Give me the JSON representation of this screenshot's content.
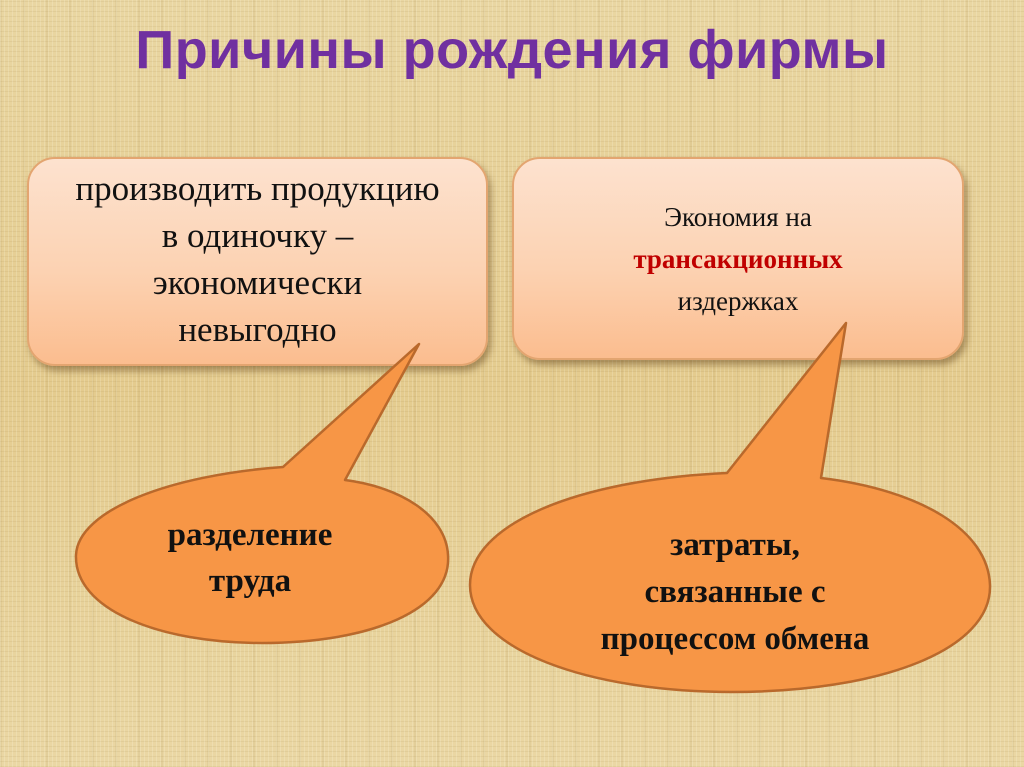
{
  "slide": {
    "title": "Причины рождения фирмы",
    "title_color": "#7030a0",
    "background_color": "#e6cf96"
  },
  "left_box": {
    "lines": [
      "производить продукцию",
      "в одиночку –",
      "экономически",
      "невыгодно"
    ],
    "fill_color": "#fcd2b2",
    "border_color": "#e3a570"
  },
  "right_box": {
    "line1": "Экономия на",
    "highlight": "трансакционных",
    "line3": "издержках",
    "highlight_color": "#c00000"
  },
  "left_bubble": {
    "lines": [
      "разделение",
      "труда"
    ],
    "fill_color": "#f79646",
    "border_color": "#b9692c"
  },
  "right_bubble": {
    "lines": [
      "затраты,",
      "связанные с",
      "процессом обмена"
    ],
    "fill_color": "#f79646",
    "border_color": "#b9692c"
  }
}
